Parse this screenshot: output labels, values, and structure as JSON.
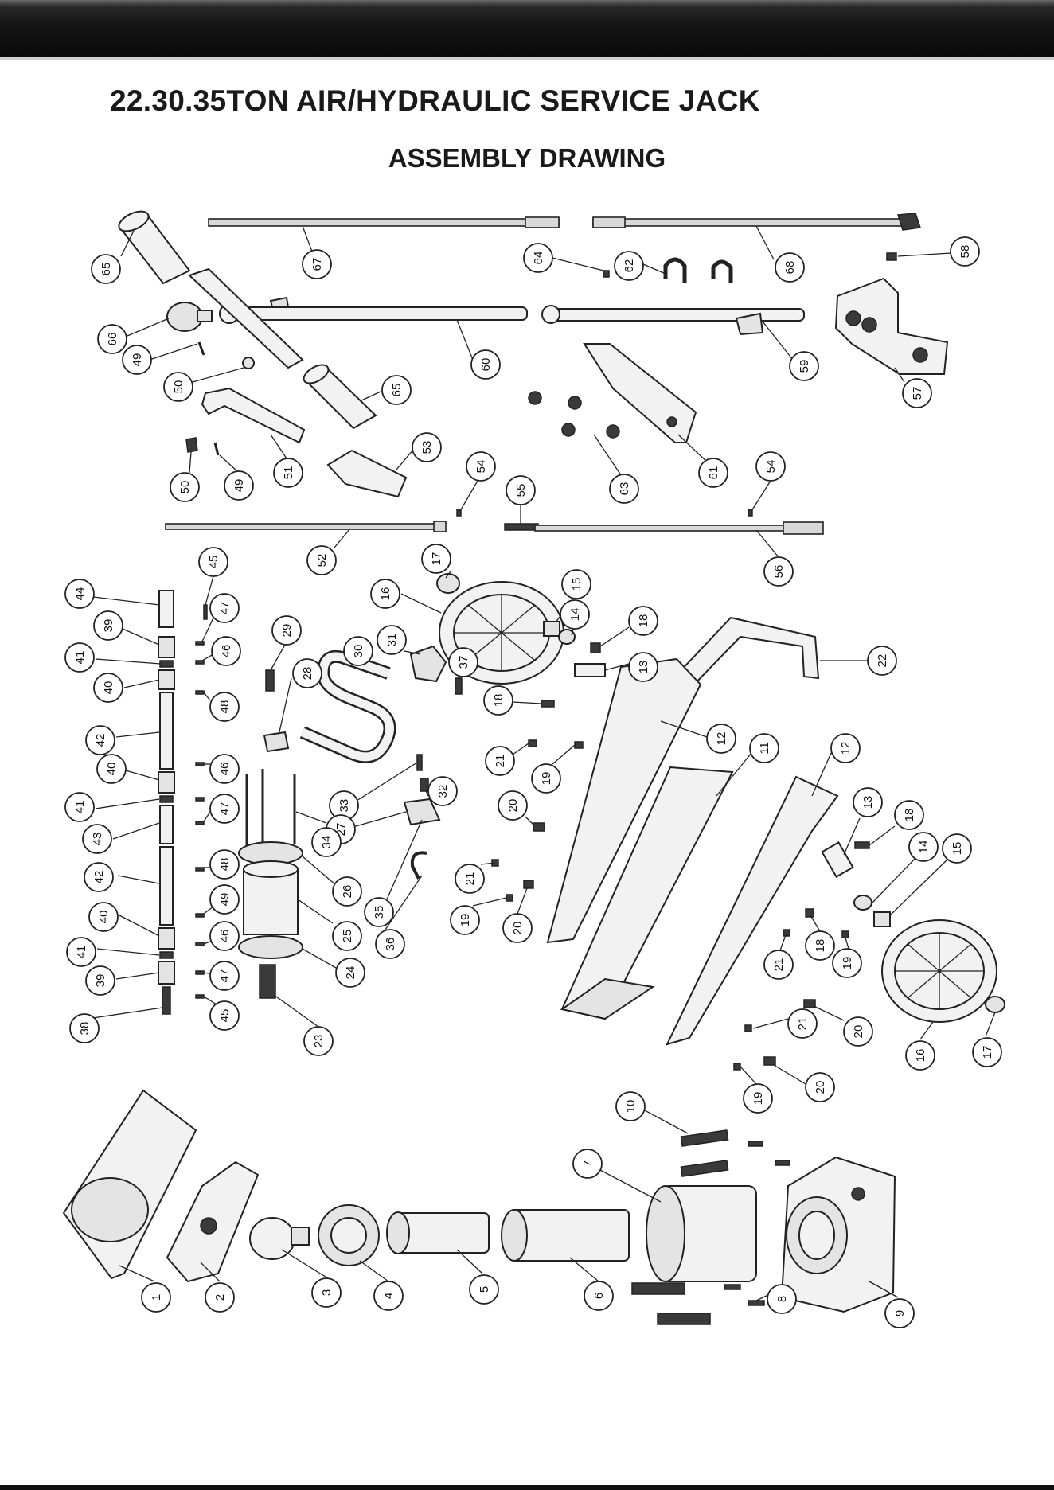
{
  "document": {
    "title": "22.30.35TON AIR/HYDRAULIC SERVICE JACK",
    "subtitle": "ASSEMBLY DRAWING"
  },
  "callouts": [
    {
      "n": "65"
    },
    {
      "n": "67"
    },
    {
      "n": "64"
    },
    {
      "n": "62"
    },
    {
      "n": "68"
    },
    {
      "n": "58"
    },
    {
      "n": "66"
    },
    {
      "n": "60"
    },
    {
      "n": "59"
    },
    {
      "n": "57"
    },
    {
      "n": "49"
    },
    {
      "n": "50"
    },
    {
      "n": "65"
    },
    {
      "n": "53"
    },
    {
      "n": "63"
    },
    {
      "n": "61"
    },
    {
      "n": "51"
    },
    {
      "n": "50"
    },
    {
      "n": "49"
    },
    {
      "n": "54"
    },
    {
      "n": "55"
    },
    {
      "n": "54"
    },
    {
      "n": "52"
    },
    {
      "n": "56"
    },
    {
      "n": "17"
    },
    {
      "n": "16"
    },
    {
      "n": "15"
    },
    {
      "n": "14"
    },
    {
      "n": "18"
    },
    {
      "n": "13"
    },
    {
      "n": "22"
    },
    {
      "n": "44"
    },
    {
      "n": "45"
    },
    {
      "n": "47"
    },
    {
      "n": "39"
    },
    {
      "n": "46"
    },
    {
      "n": "41"
    },
    {
      "n": "29"
    },
    {
      "n": "28"
    },
    {
      "n": "30"
    },
    {
      "n": "31"
    },
    {
      "n": "37"
    },
    {
      "n": "40"
    },
    {
      "n": "48"
    },
    {
      "n": "42"
    },
    {
      "n": "18"
    },
    {
      "n": "21"
    },
    {
      "n": "19"
    },
    {
      "n": "12"
    },
    {
      "n": "11"
    },
    {
      "n": "12"
    },
    {
      "n": "40"
    },
    {
      "n": "46"
    },
    {
      "n": "33"
    },
    {
      "n": "32"
    },
    {
      "n": "41"
    },
    {
      "n": "47"
    },
    {
      "n": "27"
    },
    {
      "n": "13"
    },
    {
      "n": "18"
    },
    {
      "n": "43"
    },
    {
      "n": "34"
    },
    {
      "n": "20"
    },
    {
      "n": "14"
    },
    {
      "n": "15"
    },
    {
      "n": "48"
    },
    {
      "n": "26"
    },
    {
      "n": "42"
    },
    {
      "n": "35"
    },
    {
      "n": "21"
    },
    {
      "n": "19"
    },
    {
      "n": "20"
    },
    {
      "n": "36"
    },
    {
      "n": "49"
    },
    {
      "n": "25"
    },
    {
      "n": "40"
    },
    {
      "n": "46"
    },
    {
      "n": "18"
    },
    {
      "n": "21"
    },
    {
      "n": "19"
    },
    {
      "n": "41"
    },
    {
      "n": "39"
    },
    {
      "n": "24"
    },
    {
      "n": "47"
    },
    {
      "n": "38"
    },
    {
      "n": "45"
    },
    {
      "n": "23"
    },
    {
      "n": "21"
    },
    {
      "n": "20"
    },
    {
      "n": "16"
    },
    {
      "n": "17"
    },
    {
      "n": "19"
    },
    {
      "n": "20"
    },
    {
      "n": "10"
    },
    {
      "n": "7"
    },
    {
      "n": "1"
    },
    {
      "n": "2"
    },
    {
      "n": "3"
    },
    {
      "n": "4"
    },
    {
      "n": "5"
    },
    {
      "n": "6"
    },
    {
      "n": "8"
    },
    {
      "n": "9"
    }
  ]
}
